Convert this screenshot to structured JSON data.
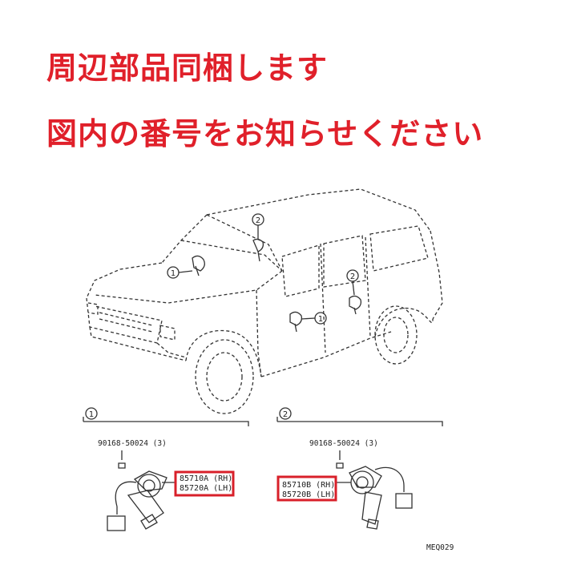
{
  "headline": {
    "line1": "周辺部品同梱します",
    "line2": "図内の番号をお知らせください",
    "color": "#e0202a"
  },
  "diagram": {
    "callouts": [
      "1",
      "2"
    ],
    "group1": {
      "number": "1",
      "bolt": "90168-50024 (3)",
      "part_rh": "85710A (RH)",
      "part_lh": "85720A (LH)"
    },
    "group2": {
      "number": "2",
      "bolt": "90168-50024 (3)",
      "part_rh": "85710B (RH)",
      "part_lh": "85720B (LH)"
    },
    "code": "MEQ029",
    "highlight_color": "#d8202a"
  }
}
